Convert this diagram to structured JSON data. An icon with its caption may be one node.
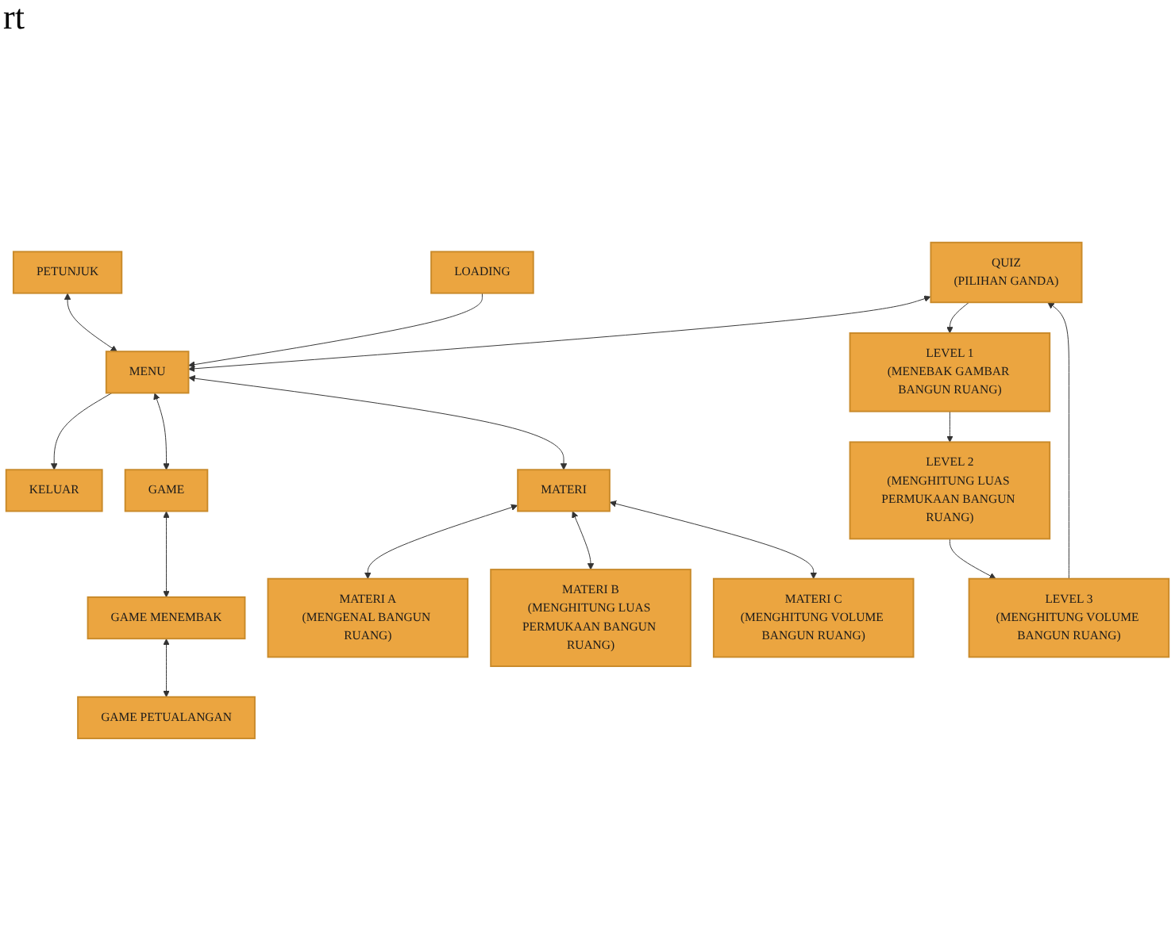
{
  "diagram": {
    "nodes": [
      {
        "text": [
          "PETUNJUK"
        ]
      },
      {
        "text": [
          "LOADING"
        ]
      },
      {
        "text": [
          "KELUAR"
        ]
      },
      {
        "text": [
          "QUIZ",
          "(PILIHAN GANDA)"
        ]
      },
      {
        "text": [
          "MENU"
        ]
      },
      {
        "text": [
          "GAME"
        ]
      },
      {
        "text": [
          "LEVEL 1",
          "(MENEBAK GAMBAR BANGUN RUANG)"
        ]
      },
      {
        "text": [
          "MATERI"
        ]
      },
      {
        "text": [
          "GAME MENEMBAK"
        ]
      },
      {
        "text": [
          "LEVEL 2",
          "(MENGHITUNG LUAS PERMUKAAN BANGUN RUANG)"
        ]
      },
      {
        "text": [
          "LEVEL 3",
          "(MENGHITUNG VOLUME BANGUN RUANG)"
        ]
      },
      {
        "text": [
          "GAME PETUALANGAN"
        ]
      },
      {
        "text": [
          "MATERI A",
          "(MENGENAL BANGUN RUANG)"
        ]
      },
      {
        "text": [
          "MATERI B",
          "(MENGHITUNG LUAS PERMUKAAN BANGUN RUANG)"
        ]
      },
      {
        "text": [
          "MATERI C",
          "(MENGHITUNG VOLUME BANGUN RUANG)"
        ]
      }
    ],
    "edges": [
      {
        "from": 0,
        "to": 4,
        "arrow": "both"
      },
      {
        "from": 1,
        "to": 4,
        "arrow": "to"
      },
      {
        "from": 4,
        "to": 2,
        "arrow": "to"
      },
      {
        "from": 3,
        "to": 4,
        "arrow": "both"
      },
      {
        "from": 4,
        "to": 5,
        "arrow": "both"
      },
      {
        "from": 4,
        "to": 7,
        "arrow": "both"
      },
      {
        "from": 3,
        "to": 6,
        "arrow": "to"
      },
      {
        "from": 6,
        "to": 9,
        "arrow": "to"
      },
      {
        "from": 9,
        "to": 10,
        "arrow": "to"
      },
      {
        "from": 10,
        "to": 3,
        "arrow": "to"
      },
      {
        "from": 5,
        "to": 8,
        "arrow": "both"
      },
      {
        "from": 8,
        "to": 11,
        "arrow": "both"
      },
      {
        "from": 7,
        "to": 12,
        "arrow": "both"
      },
      {
        "from": 7,
        "to": 13,
        "arrow": "both"
      },
      {
        "from": 7,
        "to": 14,
        "arrow": "both"
      }
    ],
    "labels": [
      "rt"
    ]
  }
}
